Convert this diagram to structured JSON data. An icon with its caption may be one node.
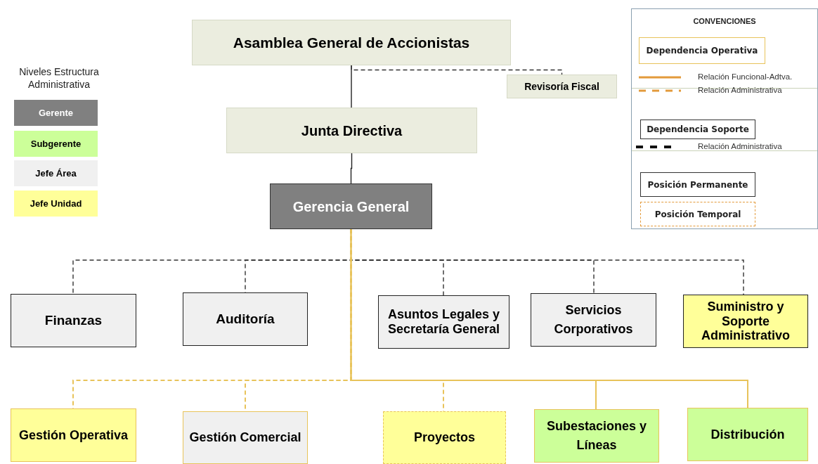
{
  "diagram": {
    "nodes": [
      {
        "text": [
          "Asamblea General de Accionistas"
        ]
      },
      {
        "text": [
          "Revisoría Fiscal"
        ]
      },
      {
        "text": [
          "Junta Directiva"
        ]
      },
      {
        "text": [
          "Gerencia General"
        ]
      },
      {
        "text": [
          "Finanzas"
        ]
      },
      {
        "text": [
          "Auditoría"
        ]
      },
      {
        "text": [
          "Asuntos Legales y Secretaría General"
        ]
      },
      {
        "text": [
          "Servicios Corporativos"
        ]
      },
      {
        "text": [
          "Suministro y Soporte Administrativo"
        ]
      },
      {
        "text": [
          "Gestión Operativa"
        ]
      },
      {
        "text": [
          "Gestión Comercial"
        ]
      },
      {
        "text": [
          "Proyectos"
        ]
      },
      {
        "text": [
          "Subestaciones y Líneas"
        ]
      },
      {
        "text": [
          "Distribución"
        ]
      }
    ],
    "edges": [
      {
        "from": 0,
        "to": 2,
        "arrow": "none"
      },
      {
        "from": 0,
        "to": 1,
        "arrow": "none",
        "style": "dashed"
      },
      {
        "from": 2,
        "to": 3,
        "arrow": "none"
      },
      {
        "from": 3,
        "to": 4,
        "arrow": "none",
        "style": "dashed"
      },
      {
        "from": 3,
        "to": 5,
        "arrow": "none",
        "style": "dashed"
      },
      {
        "from": 3,
        "to": 6,
        "arrow": "none",
        "style": "dashed"
      },
      {
        "from": 3,
        "to": 7,
        "arrow": "none",
        "style": "dashed"
      },
      {
        "from": 3,
        "to": 8,
        "arrow": "none",
        "style": "dashed"
      },
      {
        "from": 3,
        "to": 9,
        "arrow": "none",
        "style": "dashed",
        "color": "#e8c35a"
      },
      {
        "from": 3,
        "to": 10,
        "arrow": "none",
        "style": "dashed",
        "color": "#e8c35a"
      },
      {
        "from": 3,
        "to": 11,
        "arrow": "none",
        "style": "dashed",
        "color": "#e8c35a"
      },
      {
        "from": 3,
        "to": 12,
        "arrow": "none",
        "color": "#e8c35a"
      },
      {
        "from": 3,
        "to": 13,
        "arrow": "none",
        "color": "#e8c35a"
      }
    ],
    "labels": [
      "Niveles Estructura Administrativa",
      "CONVENCIONES"
    ],
    "legend": [
      {
        "text": "Gerente",
        "color": "#808080"
      },
      {
        "text": "Subgerente",
        "color": "#ccff99"
      },
      {
        "text": "Jefe Área",
        "color": "#f0f0f0"
      },
      {
        "text": "Jefe Unidad",
        "color": "#ffff99"
      },
      {
        "text": "Dependencia Operativa"
      },
      {
        "text": "Relación Funcional-Adtva."
      },
      {
        "text": "Relación Administrativa"
      },
      {
        "text": "Dependencia Soporte"
      },
      {
        "text": "Relación Administrativa"
      },
      {
        "text": "Posición Permanente"
      },
      {
        "text": "Posición Temporal"
      }
    ]
  }
}
